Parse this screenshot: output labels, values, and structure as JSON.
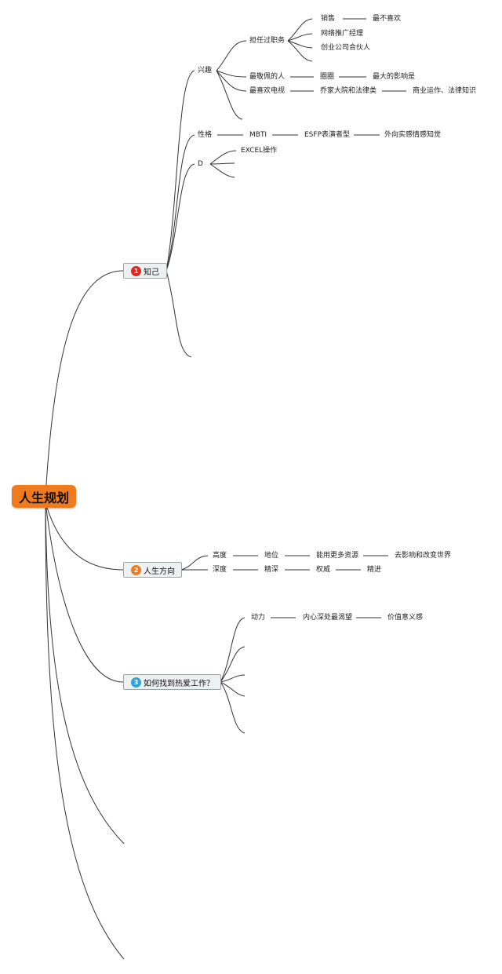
{
  "root": {
    "label": "人生规划",
    "color": "#ef7b1e"
  },
  "branches": [
    {
      "number": "1",
      "label": "知己",
      "badge_color": "#e0261f"
    },
    {
      "number": "2",
      "label": "人生方向",
      "badge_color": "#f07a22"
    },
    {
      "number": "3",
      "label": "如何找到热爱工作？",
      "badge_color": "#2aa5de"
    }
  ],
  "zhiji": {
    "interest": "兴趣",
    "jobs": "担任过职务",
    "job_items": [
      "销售",
      "网络推广经理",
      "创业公司合伙人"
    ],
    "least_like": "最不喜欢",
    "admired": "最敬佩的人",
    "admired_value": "圈圈",
    "admired_effect": "最大的影响是",
    "tv": "最喜欢电视",
    "tv_value": "乔家大院和法律类",
    "tv_effect": "商业运作、法律知识",
    "personality": "性格",
    "mbti": "MBTI",
    "mbti_type": "ESFP表演者型",
    "mbti_desc": "外向实感情感知觉",
    "d": "D",
    "excel": "EXCEL操作"
  },
  "direction": {
    "height": "高度",
    "height_chain": [
      "地位",
      "能用更多资源",
      "去影响和改变世界"
    ],
    "depth": "深度",
    "depth_chain": [
      "精深",
      "权威",
      "精进"
    ]
  },
  "love_work": {
    "motive": "动力",
    "motive_chain": [
      "内心深处最渴望",
      "价值意义感"
    ]
  }
}
